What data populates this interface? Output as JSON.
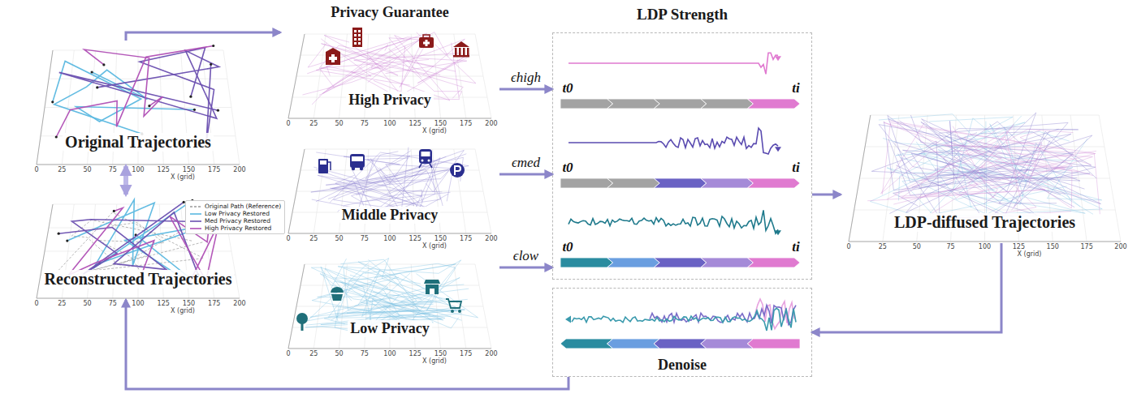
{
  "diagram": {
    "nodes": [
      {
        "text": [
          "Original Trajectories"
        ]
      },
      {
        "text": [
          "Reconstructed Trajectories"
        ]
      },
      {
        "text": [
          "High Privacy"
        ]
      },
      {
        "text": [
          "Middle Privacy"
        ]
      },
      {
        "text": [
          "Low Privacy"
        ]
      },
      {
        "text": [
          "LDP Strength"
        ]
      },
      {
        "text": [
          "LDP-diffused Trajectories"
        ]
      },
      {
        "text": [
          "Denoise"
        ]
      }
    ],
    "edges": [
      {
        "from": 0,
        "to": 2,
        "arrow": "to"
      },
      {
        "from": 0,
        "to": 1,
        "arrow": "both"
      },
      {
        "from": 2,
        "to": 5,
        "label": "ϵhigh",
        "arrow": "to"
      },
      {
        "from": 3,
        "to": 5,
        "label": "ϵmed",
        "arrow": "to"
      },
      {
        "from": 4,
        "to": 5,
        "label": "ϵlow",
        "arrow": "to"
      },
      {
        "from": 5,
        "to": 6,
        "arrow": "to"
      },
      {
        "from": 6,
        "to": 7,
        "arrow": "to"
      },
      {
        "from": 7,
        "to": 1,
        "arrow": "to"
      }
    ],
    "labels": [
      "Privacy Guarantee",
      "t0",
      "ti",
      "t0",
      "ti",
      "t0",
      "ti",
      "0",
      "25",
      "50",
      "75",
      "100",
      "125",
      "150",
      "175",
      "200",
      "X (grid)",
      "0",
      "25",
      "50",
      "75",
      "100",
      "125",
      "150",
      "175",
      "200",
      "X (grid)",
      "0",
      "25",
      "50",
      "75",
      "100",
      "125",
      "150",
      "175",
      "200",
      "X (grid)",
      "0",
      "25",
      "50",
      "75",
      "100",
      "125",
      "150",
      "175",
      "200",
      "X (grid)",
      "0",
      "25",
      "50",
      "75",
      "100",
      "125",
      "150",
      "175",
      "200",
      "X (grid)",
      "0",
      "25",
      "50",
      "75",
      "100",
      "125",
      "150",
      "175",
      "200",
      "X (grid)"
    ],
    "legend": [
      {
        "text": "Original Path (Reference)"
      },
      {
        "text": "Low Privacy Restored"
      },
      {
        "text": "Med Privacy Restored"
      },
      {
        "text": "High Privacy Restored"
      }
    ]
  }
}
